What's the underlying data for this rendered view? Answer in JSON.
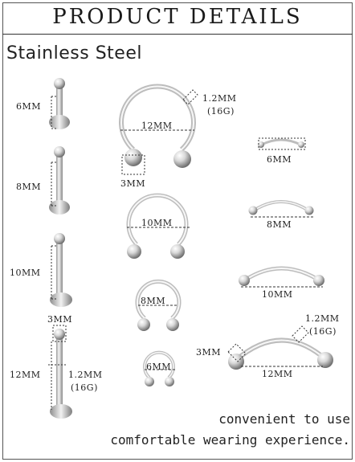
{
  "header": {
    "title": "PRODUCT DETAILS",
    "material": "Stainless Steel"
  },
  "labrets": {
    "lengths": [
      "6MM",
      "8MM",
      "10MM",
      "12MM"
    ],
    "ball_size": "3MM",
    "gauge_mm": "1.2MM",
    "gauge_g": "(16G)"
  },
  "horseshoes": {
    "diameters": [
      "12MM",
      "10MM",
      "8MM",
      "6MM"
    ],
    "ball_size": "3MM",
    "gauge_mm": "1.2MM",
    "gauge_g": "(16G)"
  },
  "curved_barbells": {
    "lengths": [
      "6MM",
      "8MM",
      "10MM",
      "12MM"
    ],
    "ball_size": "3MM",
    "gauge_mm": "1.2MM",
    "gauge_g": "(16G)"
  },
  "footer": {
    "line1": "convenient to use",
    "line2": "comfortable wearing experience."
  },
  "colors": {
    "steel_light": "#f4f4f4",
    "steel_dark": "#8a8a8a",
    "text": "#222222"
  }
}
